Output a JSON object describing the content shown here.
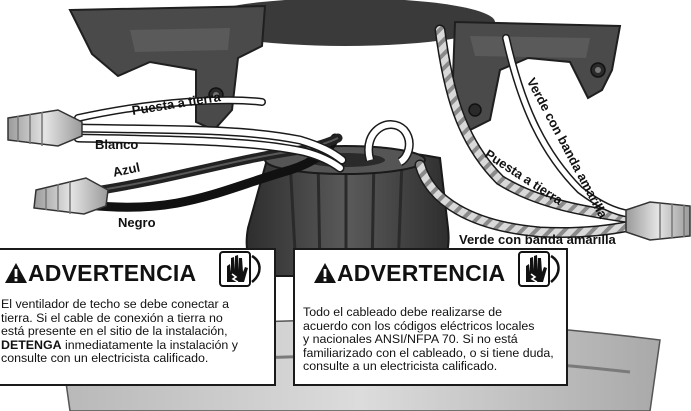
{
  "labels": {
    "ground_left": "Puesta a tierra",
    "white": "Blanco",
    "blue": "Azul",
    "black": "Negro",
    "ground_right": "Puesta a tierra",
    "green_yellow_vertical": "Verde con banda amarilla",
    "green_yellow_bottom": "Verde con banda amarilla"
  },
  "warning_left": {
    "title": "ADVERTENCIA",
    "line1": "El ventilador de techo se debe conectar a",
    "line2": "tierra. Si el cable de conexión a tierra no",
    "line3": "está presente en el sitio de la instalación,",
    "line4_bold": "DETENGA",
    "line4_rest": " inmediatamente la instalación y",
    "line5": "consulte con un electricista calificado."
  },
  "warning_right": {
    "title": "ADVERTENCIA",
    "line1": "Todo el cableado debe realizarse de",
    "line2": "acuerdo con los códigos eléctricos locales",
    "line3": "y nacionales ANSI/NFPA 70.  Si no está",
    "line4": "familiarizado con el cableado, o si tiene duda,",
    "line5": "consulte a un electricista calificado."
  },
  "icons": [
    "warning-triangle-icon",
    "electric-shock-hand-icon"
  ],
  "colors": {
    "motor": "#4b4b4b",
    "bracket": "#3d3d3d",
    "canopy": "#3a3a3a"
  }
}
